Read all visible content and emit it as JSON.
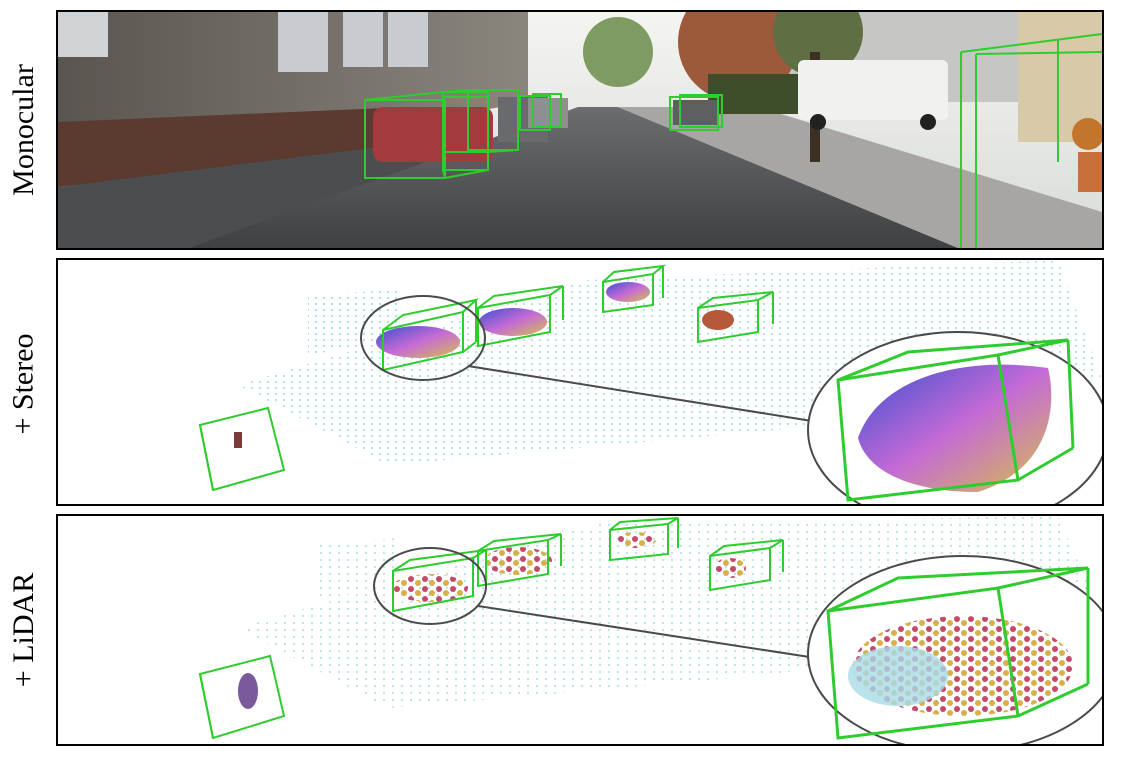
{
  "rows": [
    {
      "label": "Monocular"
    },
    {
      "label": "+ Stereo"
    },
    {
      "label": "+ LiDAR"
    }
  ],
  "colors": {
    "box": "#2ecc2e",
    "points": "#a9dbe6",
    "car_surface_start": "#3a4fd0",
    "car_surface_mid": "#c46ad6",
    "car_surface_end": "#d6c04a",
    "zoom_ring": "#4a4a4a"
  },
  "icons": [
    "zoom-inset-circle",
    "leader-line",
    "3d-bounding-box"
  ]
}
